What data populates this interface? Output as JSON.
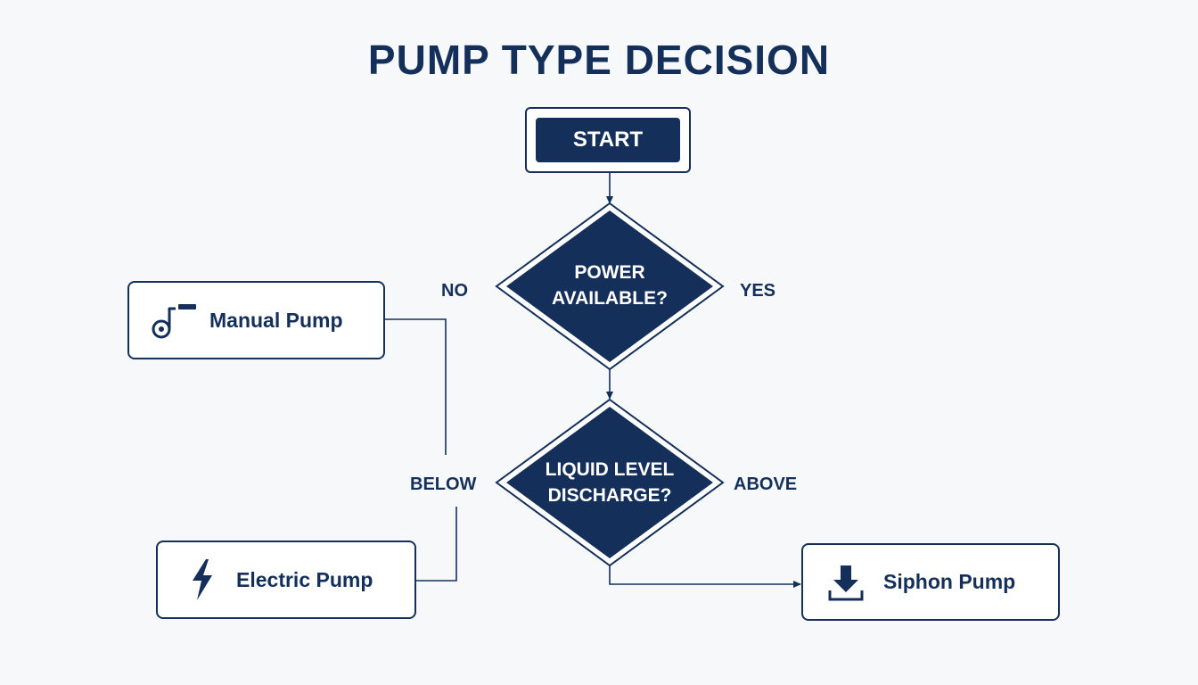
{
  "title": "PUMP TYPE DECISION",
  "colors": {
    "navy": "#14305a",
    "background": "#f7f8f9",
    "box_fill": "#ffffff"
  },
  "nodes": {
    "start": {
      "label": "START"
    },
    "power": {
      "line1": "POWER",
      "line2": "AVAILABLE?"
    },
    "level": {
      "line1": "LIQUID LEVEL",
      "line2": "DISCHARGE?"
    },
    "manual": {
      "label": "Manual Pump",
      "icon": "hand-crank-icon"
    },
    "electric": {
      "label": "Electric Pump",
      "icon": "lightning-bolt-icon"
    },
    "siphon": {
      "label": "Siphon Pump",
      "icon": "download-arrow-icon"
    }
  },
  "edges": {
    "power_no": "NO",
    "power_yes": "YES",
    "level_below": "BELOW",
    "level_above": "ABOVE"
  }
}
